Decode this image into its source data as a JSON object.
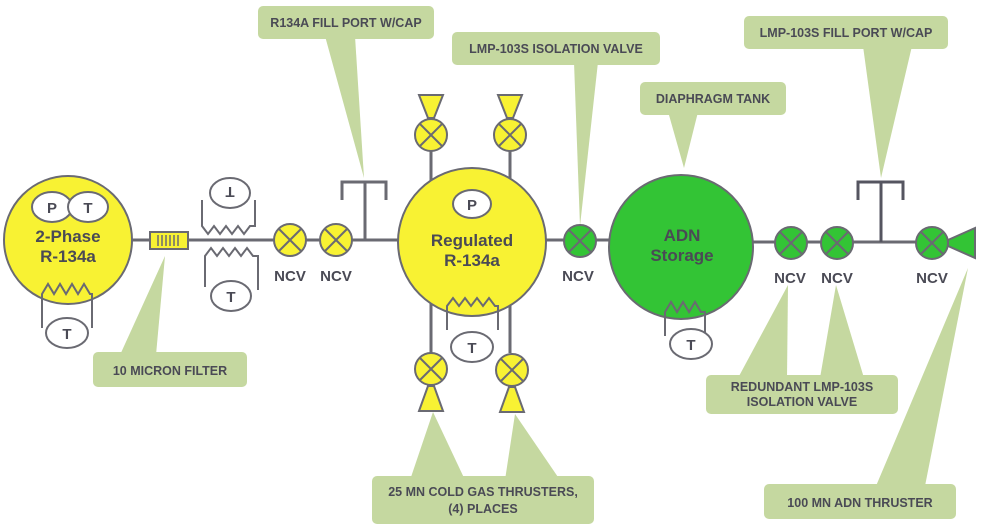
{
  "colors": {
    "callout_fill": "#c5d8a0",
    "yellow_fill": "#f8f233",
    "green_fill": "#33c435",
    "stroke": "#6a6a72",
    "text": "#4a4a55"
  },
  "tanks": {
    "two_phase": {
      "line1": "2-Phase",
      "line2": "R-134a",
      "gauges": [
        "P",
        "T"
      ],
      "heater_sensor": "T"
    },
    "regulated": {
      "line1": "Regulated",
      "line2": "R-134a",
      "gauge": "P",
      "heater_sensor": "T"
    },
    "adn": {
      "line1": "ADN",
      "line2": "Storage",
      "heater_sensor": "T"
    }
  },
  "line_heater_sensors": {
    "upper": "T",
    "lower": "T"
  },
  "valves": [
    {
      "label": "NCV",
      "type": "yellow"
    },
    {
      "label": "NCV",
      "type": "yellow"
    },
    {
      "label": "NCV",
      "type": "green"
    },
    {
      "label": "NCV",
      "type": "green"
    },
    {
      "label": "NCV",
      "type": "green"
    },
    {
      "label": "NCV",
      "type": "green"
    }
  ],
  "callouts": {
    "r134a_fill_port": "R134A FILL PORT W/CAP",
    "lmp_isolation_valve": "LMP-103S ISOLATION VALVE",
    "diaphragm_tank": "DIAPHRAGM TANK",
    "lmp_fill_port": "LMP-103S FILL PORT W/CAP",
    "micron_filter": "10 MICRON FILTER",
    "cold_gas_thrusters_line1": "25 MN COLD GAS THRUSTERS,",
    "cold_gas_thrusters_line2": "(4) PLACES",
    "redundant_valve_line1": "REDUNDANT LMP-103S",
    "redundant_valve_line2": "ISOLATION VALVE",
    "adn_thruster": "100 MN ADN THRUSTER"
  }
}
